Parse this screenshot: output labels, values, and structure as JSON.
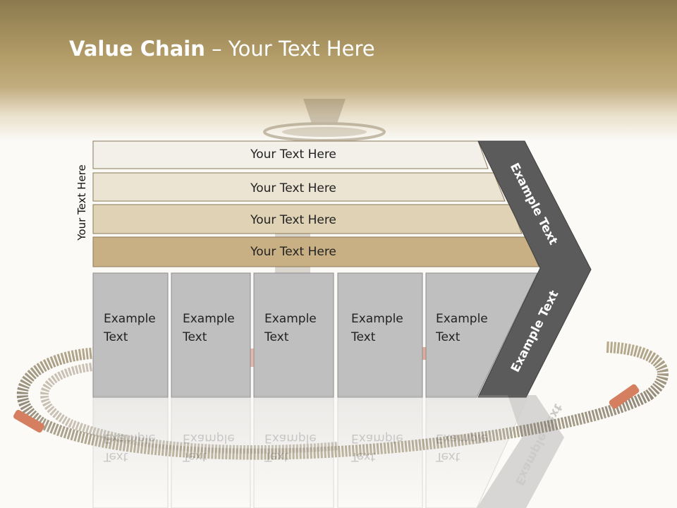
{
  "slide": {
    "title_bold": "Value Chain",
    "title_rest": " – Your Text Here",
    "side_label": "Your Text Here",
    "support_bars": [
      {
        "label": "Your Text Here"
      },
      {
        "label": "Your Text Here"
      },
      {
        "label": "Your Text Here"
      },
      {
        "label": "Your Text Here"
      }
    ],
    "primary_activities": [
      {
        "line1": "Example",
        "line2": "Text"
      },
      {
        "line1": "Example",
        "line2": "Text"
      },
      {
        "line1": "Example",
        "line2": "Text"
      },
      {
        "line1": "Example",
        "line2": "Text"
      },
      {
        "line1": "Example",
        "line2": "Text"
      }
    ],
    "arrow_upper_label": "Example Text",
    "arrow_lower_label": "Example Text"
  },
  "colors": {
    "header_band": "#b29c68",
    "bar_1": "#f3f0e9",
    "bar_2": "#ece4d3",
    "bar_3": "#e0d2b5",
    "bar_4": "#c9b084",
    "activity_box": "#bfbfbf",
    "arrow": "#5b5b5b"
  }
}
